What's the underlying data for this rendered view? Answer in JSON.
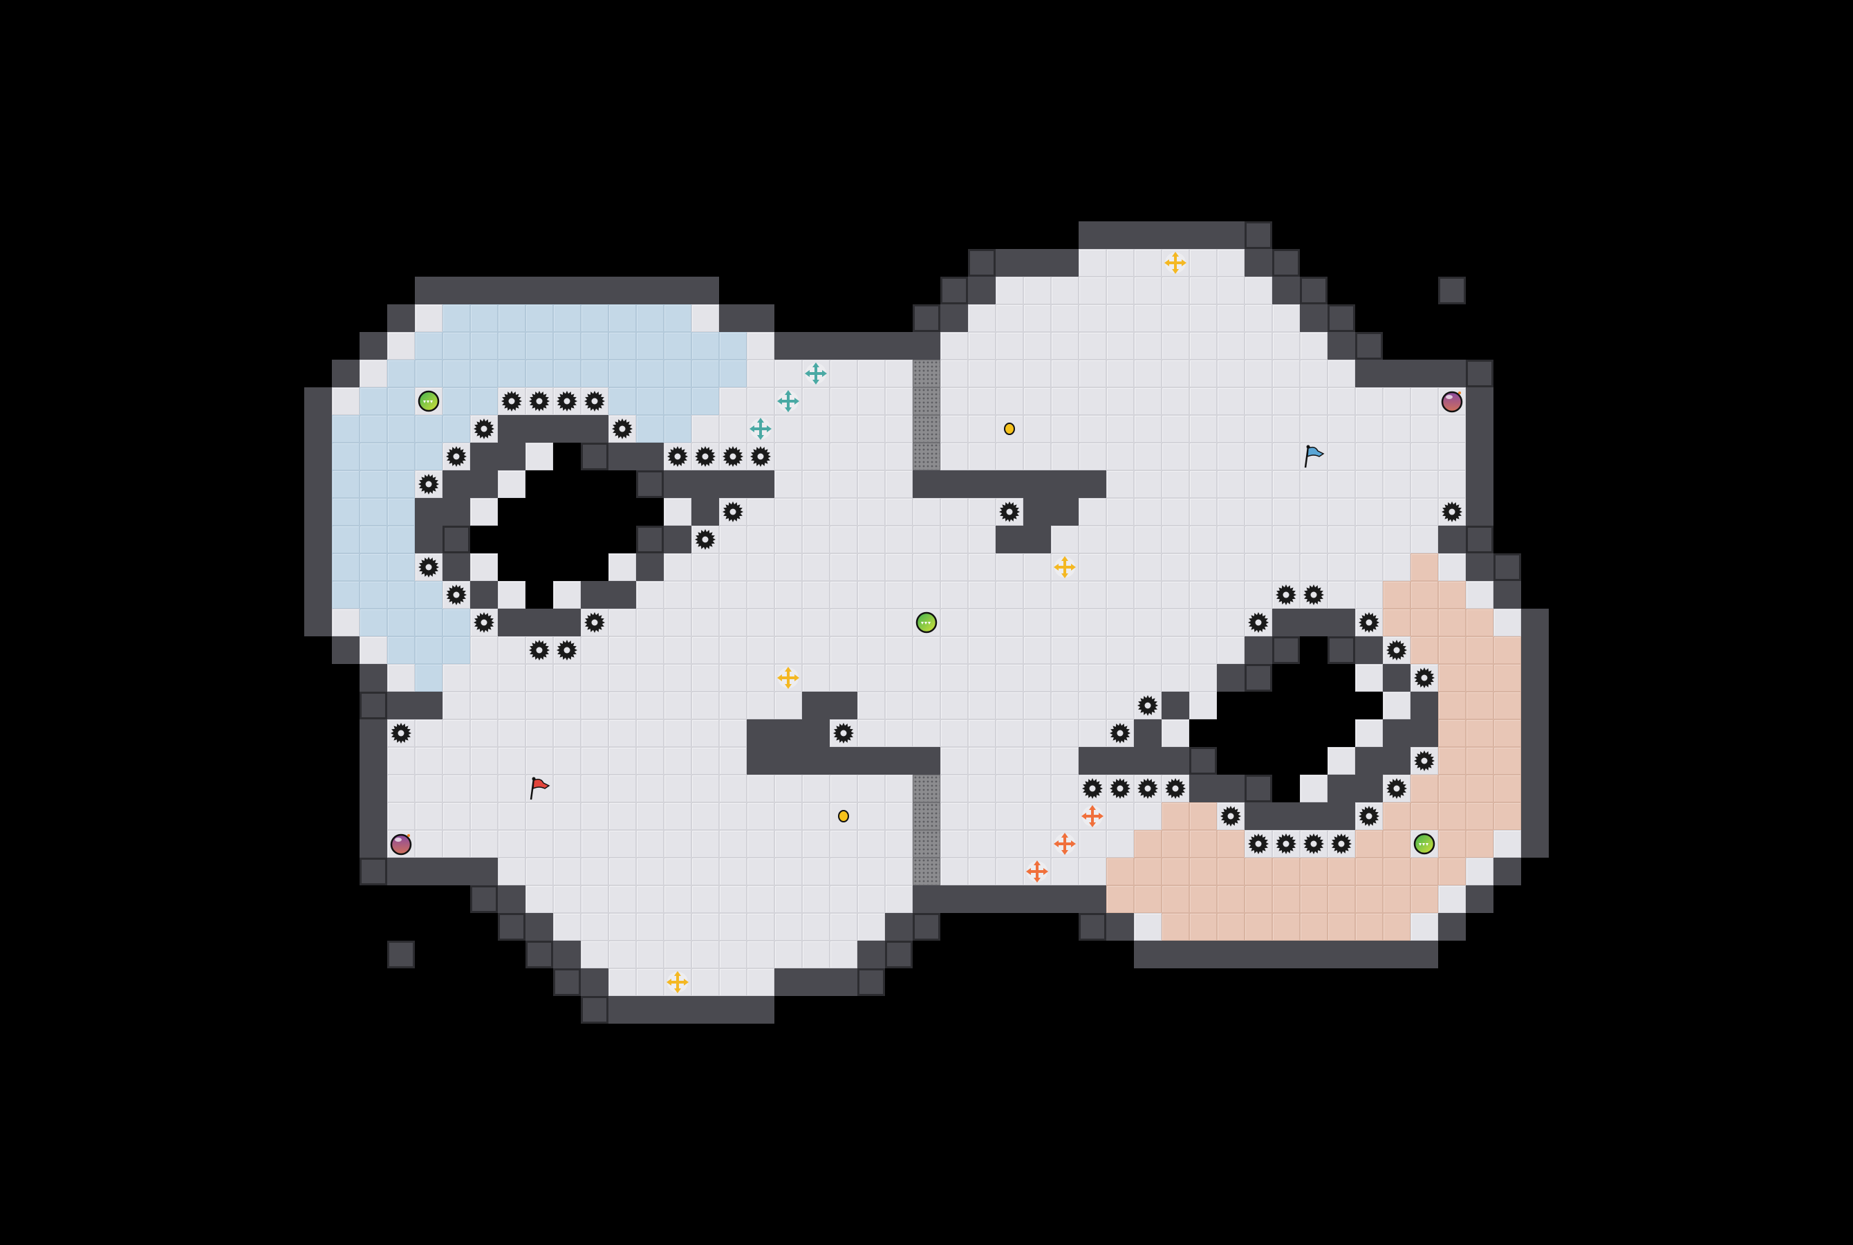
{
  "level": {
    "zones": [
      {
        "name": "blue-team-zone",
        "color": "#c4d8e7"
      },
      {
        "name": "orange-team-zone",
        "color": "#e8c6b6"
      },
      {
        "name": "neutral-floor",
        "color": "#e4e4e9"
      }
    ],
    "colors": {
      "wall": "#4a4a50",
      "void": "#000000",
      "door": "#8c8c8f",
      "red_flag": "#e2453c",
      "blue_flag": "#5aa6d6",
      "teal_boost": "#4aa9a4",
      "yellow_boost": "#f4b823",
      "orange_boost": "#f0703c",
      "powerup": "#6cc04a",
      "bomb": "#9a4e8a",
      "coin": "#f6c21c",
      "spike": "#1a1a1a"
    },
    "icons": [
      "gear-spike-icon",
      "boost-cross-icon",
      "powerup-ball-icon",
      "bomb-icon",
      "coin-icon",
      "flag-icon",
      "gate-door"
    ]
  }
}
